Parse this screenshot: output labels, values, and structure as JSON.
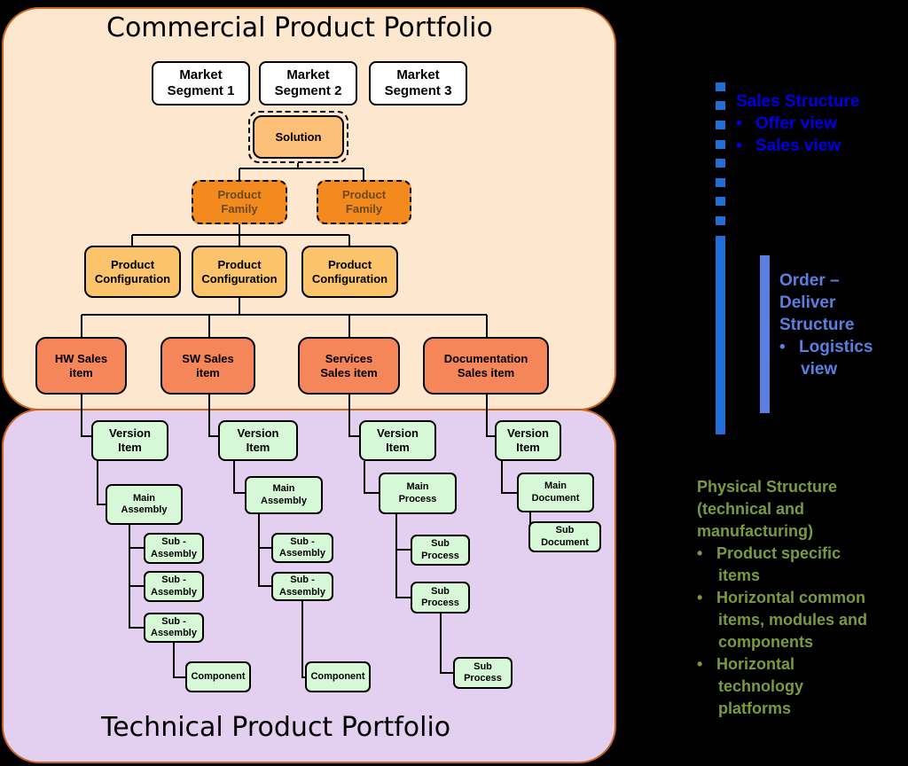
{
  "diagram": {
    "commercial_title": "Commercial Product Portfolio",
    "technical_title": "Technical Product Portfolio",
    "segments": [
      "Market\nSegment 1",
      "Market\nSegment 2",
      "Market\nSegment 3"
    ],
    "solution": "Solution",
    "families": [
      "Product\nFamily",
      "Product\nFamily"
    ],
    "configurations": [
      "Product\nConfiguration",
      "Product\nConfiguration",
      "Product\nConfiguration"
    ],
    "sales_items": [
      "HW Sales\nitem",
      "SW Sales\nitem",
      "Services\nSales  item",
      "Documentation\nSales  item"
    ],
    "version_items": [
      "Version\nItem",
      "Version\nItem",
      "Version\nItem",
      "Version\nItem"
    ],
    "mains": [
      "Main\nAssembly",
      "Main\nAssembly",
      "Main\nProcess",
      "Main\nDocument"
    ],
    "subs": [
      "Sub -\nAssembly",
      "Sub -\nAssembly",
      "Sub -\nAssembly",
      "Sub -\nAssembly",
      "Sub -\nAssembly",
      "Sub\nProcess",
      "Sub\nProcess",
      "Sub\nProcess",
      "Sub\nDocument"
    ],
    "components": [
      "Component",
      "Component"
    ]
  },
  "legend": {
    "sales_title": "Sales Structure",
    "sales_items": [
      "Offer view",
      "Sales view"
    ],
    "order_title_lines": [
      "Order –",
      "Deliver",
      "Structure"
    ],
    "order_items": [
      "Logistics",
      "view"
    ],
    "physical_title_lines": [
      "Physical Structure",
      "(technical and",
      "manufacturing)"
    ],
    "physical_items": [
      [
        "Product specific",
        "items"
      ],
      [
        "Horizontal common",
        "items, modules and",
        "components"
      ],
      [
        "Horizontal",
        "technology",
        "platforms"
      ]
    ],
    "bullet": "•"
  },
  "colors": {
    "sales_text": "#0000e0",
    "order_text": "#5b7fe0",
    "physical_text": "#7a9a3c",
    "sales_bar": "#1f6fd6",
    "order_bar": "#5b7fe0"
  }
}
